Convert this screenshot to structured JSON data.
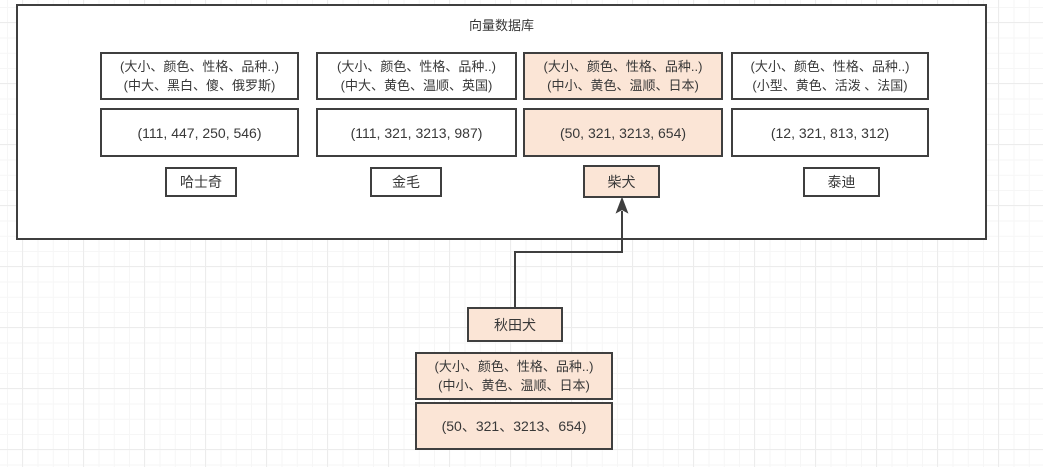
{
  "diagram": {
    "title": "向量数据库",
    "columns": [
      {
        "name": "哈士奇",
        "attributes_line1": "(大小、颜色、性格、品种..)",
        "attributes_line2": "(中大、黑白、傻、俄罗斯)",
        "vector": "(111, 447, 250, 546)",
        "highlighted": false
      },
      {
        "name": "金毛",
        "attributes_line1": "(大小、颜色、性格、品种..)",
        "attributes_line2": "(中大、黄色、温顺、英国)",
        "vector": "(111, 321, 3213, 987)",
        "highlighted": false
      },
      {
        "name": "柴犬",
        "attributes_line1": "(大小、颜色、性格、品种..)",
        "attributes_line2": "(中小、黄色、温顺、日本)",
        "vector": "(50, 321, 3213, 654)",
        "highlighted": true
      },
      {
        "name": "泰迪",
        "attributes_line1": "(大小、颜色、性格、品种..)",
        "attributes_line2": "(小型、黄色、活泼 、法国)",
        "vector": "(12, 321, 813, 312)",
        "highlighted": false
      }
    ],
    "query": {
      "name": "秋田犬",
      "attributes_line1": "(大小、颜色、性格、品种..)",
      "attributes_line2": "(中小、黄色、温顺、日本)",
      "vector": "(50、321、3213、654)",
      "highlighted": true
    },
    "connector": {
      "from": "秋田犬",
      "to": "柴犬"
    },
    "colors": {
      "highlight_fill": "#fbe5d6",
      "box_border": "#3f3f3f",
      "text": "#383838",
      "connector": "#3f3f3f"
    }
  }
}
